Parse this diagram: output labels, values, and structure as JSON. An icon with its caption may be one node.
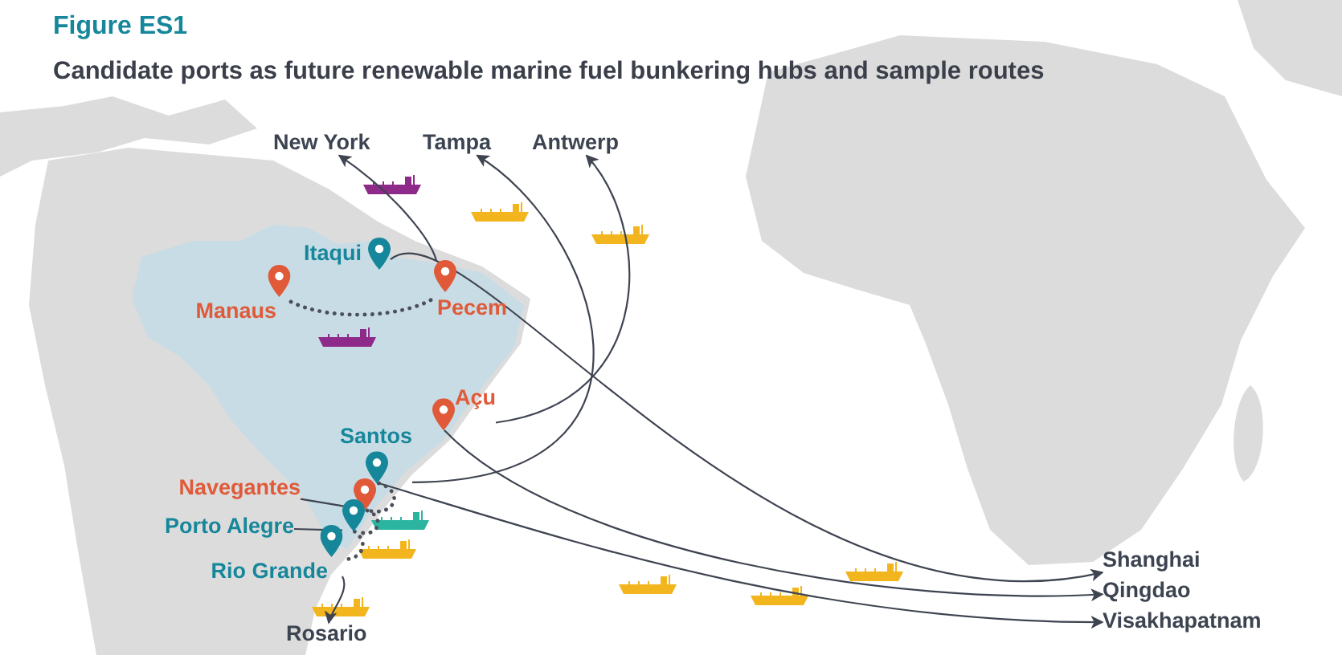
{
  "diagram": {
    "title": "Candidate ports as future renewable marine fuel bunkering hubs and sample routes",
    "nodes": [
      {
        "text": [
          "New York"
        ]
      },
      {
        "text": [
          "Tampa"
        ]
      },
      {
        "text": [
          "Antwerp"
        ]
      },
      {
        "text": [
          "Itaqui"
        ]
      },
      {
        "text": [
          "Manaus"
        ]
      },
      {
        "text": [
          "Pecem"
        ]
      },
      {
        "text": [
          "Açu"
        ]
      },
      {
        "text": [
          "Santos"
        ]
      },
      {
        "text": [
          "Navegantes"
        ]
      },
      {
        "text": [],
        "shape": "pin"
      },
      {
        "text": [
          "Porto Alegre"
        ]
      },
      {
        "text": [],
        "shape": "pin"
      },
      {
        "text": [
          "Rio Grande"
        ]
      },
      {
        "text": [
          "Rosario"
        ]
      },
      {
        "text": [
          "Shanghai"
        ]
      },
      {
        "text": [
          "Qingdao"
        ]
      },
      {
        "text": [
          "Visakhapatnam"
        ]
      }
    ],
    "edges": [
      {
        "from": 5,
        "to": 0,
        "arrow": "to"
      },
      {
        "from": 7,
        "to": 1,
        "arrow": "to"
      },
      {
        "from": 6,
        "to": 2,
        "arrow": "to"
      },
      {
        "from": 3,
        "to": 14,
        "arrow": "to"
      },
      {
        "from": 6,
        "to": 15,
        "arrow": "to"
      },
      {
        "from": 7,
        "to": 16,
        "arrow": "to"
      },
      {
        "from": 12,
        "to": 13,
        "arrow": "to"
      },
      {
        "from": 4,
        "to": 5,
        "arrow": "none",
        "style": "dashed"
      },
      {
        "from": 7,
        "to": 9,
        "arrow": "none",
        "style": "dashed"
      },
      {
        "from": 9,
        "to": 11,
        "arrow": "none",
        "style": "dashed"
      },
      {
        "from": 11,
        "to": 12,
        "arrow": "none",
        "style": "dashed"
      },
      {
        "from": 8,
        "to": 9,
        "arrow": "none"
      },
      {
        "from": 10,
        "to": 11,
        "arrow": "none"
      }
    ],
    "labels": [
      "Figure ES1"
    ]
  }
}
